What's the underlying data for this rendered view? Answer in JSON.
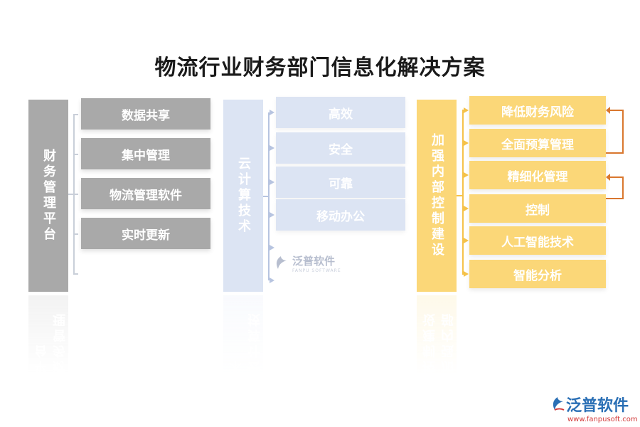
{
  "title": "物流行业财务部门信息化解决方案",
  "columns": [
    {
      "header": "财务管理平台",
      "color": "#a9a9a9",
      "items": [
        "数据共享",
        "集中管理",
        "物流管理软件",
        "实时更新"
      ]
    },
    {
      "header": "云计算技术",
      "color": "#dce4f3",
      "items": [
        "高效",
        "安全",
        "可靠",
        "移动办公"
      ]
    },
    {
      "header": "加强内部控制建设",
      "color": "#fbd778",
      "items": [
        "降低财务风险",
        "全面预算管理",
        "精细化管理",
        "控制",
        "人工智能技术",
        "智能分析"
      ]
    }
  ],
  "watermark": {
    "name": "泛普软件",
    "sub": "FANPU SOFTWARE"
  },
  "logo": {
    "brand": "泛普软件",
    "url": "www.fanpusoft.com"
  },
  "colors": {
    "accent_arrow": "#d9772e"
  }
}
